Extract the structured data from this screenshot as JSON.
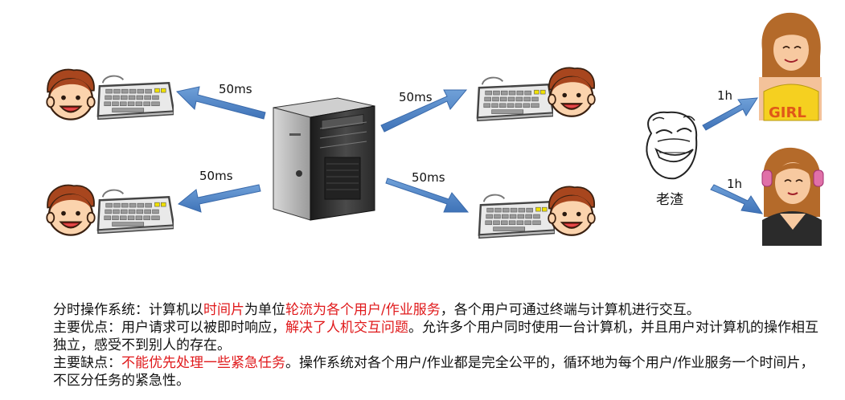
{
  "diagram": {
    "arrows": {
      "to_user_top_left": "50ms",
      "to_user_bottom_left": "50ms",
      "to_user_top_right": "50ms",
      "to_user_bottom_right": "50ms",
      "to_girl_top": "1h",
      "to_girl_bottom": "1h"
    },
    "center_person_label": "老渣",
    "girl_shirt_text": "GIRL"
  },
  "description": {
    "line1": {
      "t1": "分时操作系统：计算机以",
      "r1": "时间片",
      "t2": "为单位",
      "r2": "轮流为各个用户/作业服务",
      "t3": "，各个用户可通过终端与计算机进行交互。"
    },
    "line2": {
      "t1": "主要优点：用户请求可以被即时响应，",
      "r1": "解决了人机交互问题",
      "t2": "。允许多个用户同时使用一台计算机，并且用户对计算机的操作相互独立，感受不到别人的存在。"
    },
    "line3": {
      "t1": "主要缺点：",
      "r1": "不能优先处理一些紧急任务",
      "t2": "。操作系统对各个用户/作业都是完全公平的，循环地为每个用户/作业服务一个时间片，不区分任务的紧急性。"
    }
  }
}
